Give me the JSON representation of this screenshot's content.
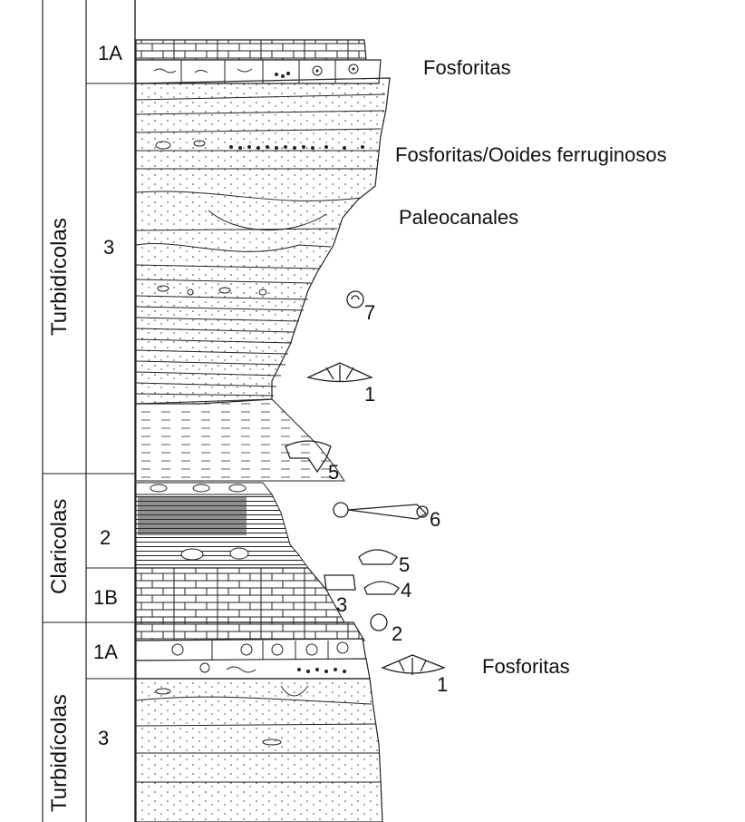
{
  "column": {
    "groups": [
      {
        "label": "Turbidícolas",
        "key": "upper"
      },
      {
        "label": "Claricolas",
        "key": "middle"
      },
      {
        "label": "Turbidícolas",
        "key": "lower"
      }
    ],
    "units": [
      "1A",
      "3",
      "2",
      "1B",
      "1A",
      "3"
    ]
  },
  "annotations": {
    "fosforitas_top": "Fosforitas",
    "fosforitas_ooides": "Fosforitas/Ooides ferruginosos",
    "paleocanales": "Paleocanales",
    "fosforitas_bottom": "Fosforitas"
  },
  "fossil_numbers": [
    "7",
    "1",
    "5",
    "6",
    "5",
    "4",
    "3",
    "2",
    "1"
  ]
}
